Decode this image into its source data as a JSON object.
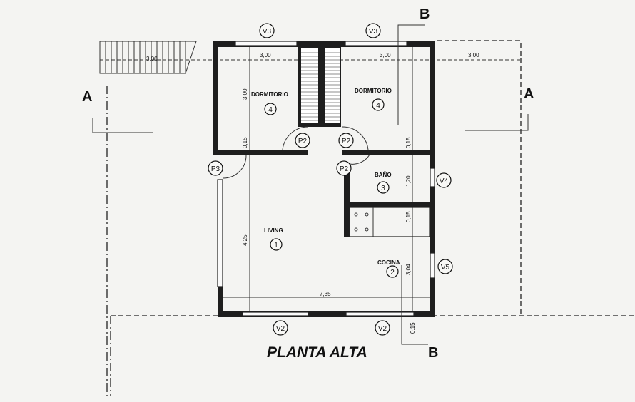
{
  "title": "PLANTA ALTA",
  "sections": {
    "a_left": "A",
    "a_right": "A",
    "b_top": "B",
    "b_bottom": "B"
  },
  "rooms": {
    "dorm_left": {
      "name": "DORMITORIO",
      "num": "4"
    },
    "dorm_right": {
      "name": "DORMITORIO",
      "num": "4"
    },
    "living": {
      "name": "LIVING",
      "num": "1"
    },
    "cocina": {
      "name": "COCINA",
      "num": "2"
    },
    "bano": {
      "name": "BAÑO",
      "num": "3"
    }
  },
  "tags": {
    "v3a": "V3",
    "v3b": "V3",
    "v2a": "V2",
    "v2b": "V2",
    "v4": "V4",
    "v5": "V5",
    "p2a": "P2",
    "p2b": "P2",
    "p2c": "P2",
    "p3": "P3"
  },
  "dimensions": {
    "stair": "3,00",
    "dorm_left_w": "3,00",
    "dorm_right_w": "3,00",
    "outside_w": "3,00",
    "dorm_h": "3,00",
    "wall_a": "0,15",
    "wall_b": "0,15",
    "bano_h": "1,20",
    "wall_c": "0,15",
    "cocina_h": "3,04",
    "living_h": "4,25",
    "total_w": "7,35",
    "wall_d": "0,15"
  }
}
